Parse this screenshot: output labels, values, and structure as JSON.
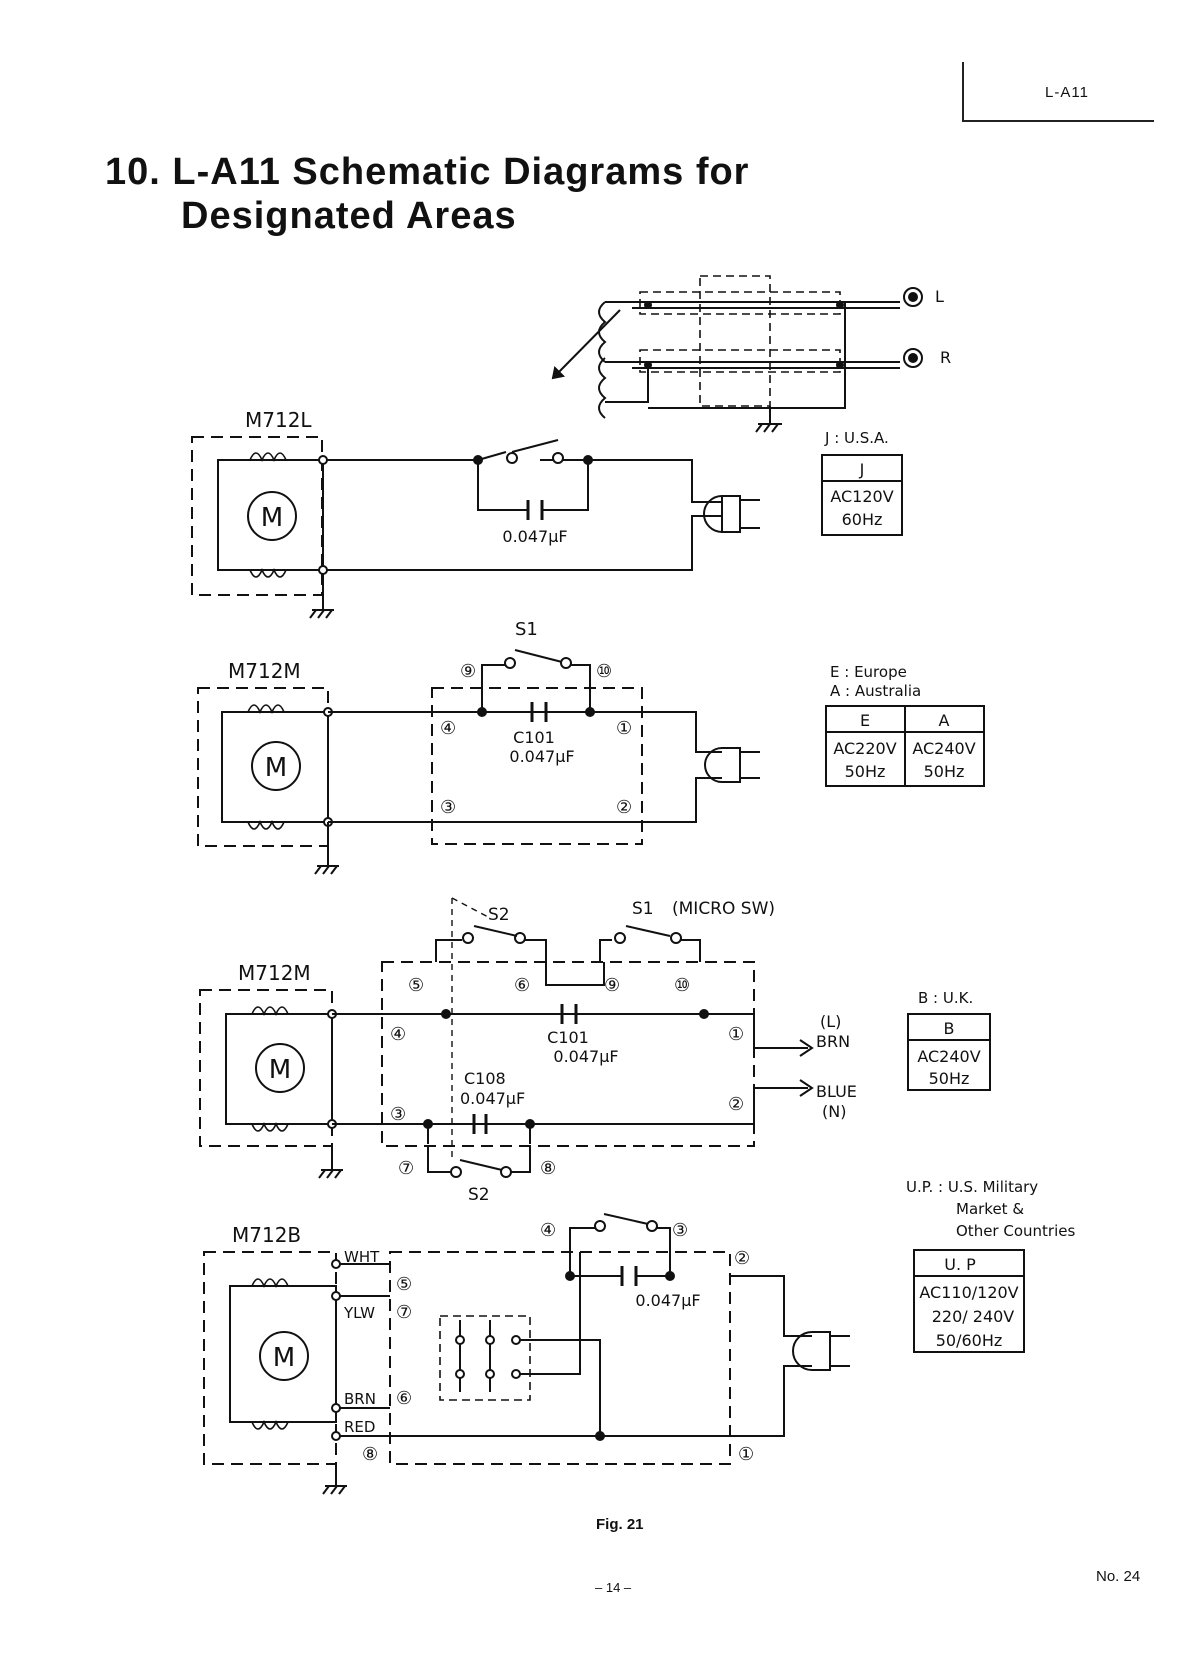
{
  "header": {
    "code": "L-A11"
  },
  "title": {
    "line1": "10. L-A11 Schematic Diagrams for",
    "line2": "Designated Areas"
  },
  "pickup": {
    "left": "L",
    "right": "R"
  },
  "sections": {
    "usa": {
      "motor": "M712L",
      "motor_symbol": "M",
      "cap": "0.047µF",
      "region_note": "J : U.S.A.",
      "table": {
        "headers": [
          "J"
        ],
        "rows": [
          [
            "AC120V"
          ],
          [
            "60Hz"
          ]
        ]
      }
    },
    "europe": {
      "motor": "M712M",
      "motor_symbol": "M",
      "switch": "S1",
      "cap_name": "C101",
      "cap_value": "0.047µF",
      "terminals": [
        "⑨",
        "⑩",
        "④",
        "①",
        "③",
        "②"
      ],
      "region_note_1": "E : Europe",
      "region_note_2": "A : Australia",
      "table": {
        "headers": [
          "E",
          "A"
        ],
        "rows": [
          [
            "AC220V",
            "AC240V"
          ],
          [
            "50Hz",
            "50Hz"
          ]
        ]
      }
    },
    "uk": {
      "motor": "M712M",
      "motor_symbol": "M",
      "switch_s2": "S2",
      "switch_s1": "S1",
      "micro_sw": "(MICRO  SW)",
      "cap1_name": "C101",
      "cap1_value": "0.047µF",
      "cap2_name": "C108",
      "cap2_value": "0.047µF",
      "wire_l": "(L)",
      "wire_brn": "BRN",
      "wire_blue": "BLUE",
      "wire_n": "(N)",
      "terminals": [
        "⑤",
        "⑥",
        "⑨",
        "⑩",
        "④",
        "①",
        "③",
        "②",
        "⑦",
        "⑧"
      ],
      "region_note": "B : U.K.",
      "table": {
        "headers": [
          "B"
        ],
        "rows": [
          [
            "AC240V"
          ],
          [
            "50Hz"
          ]
        ]
      }
    },
    "up": {
      "motor": "M712B",
      "motor_symbol": "M",
      "cap": "0.047µF",
      "wires": [
        "WHT",
        "YLW",
        "BRN",
        "RED"
      ],
      "terminals": [
        "④",
        "③",
        "②",
        "⑤",
        "⑦",
        "⑥",
        "⑧",
        "①"
      ],
      "region_note_1": "U.P. : U.S. Military",
      "region_note_2": "Market &",
      "region_note_3": "Other Countries",
      "table": {
        "headers": [
          "U. P"
        ],
        "rows": [
          [
            "AC110/120V"
          ],
          [
            "220/ 240V"
          ],
          [
            "50/60Hz"
          ]
        ]
      }
    }
  },
  "figure_caption": "Fig. 21",
  "page_number": "– 14 –",
  "doc_number": "No. 24"
}
